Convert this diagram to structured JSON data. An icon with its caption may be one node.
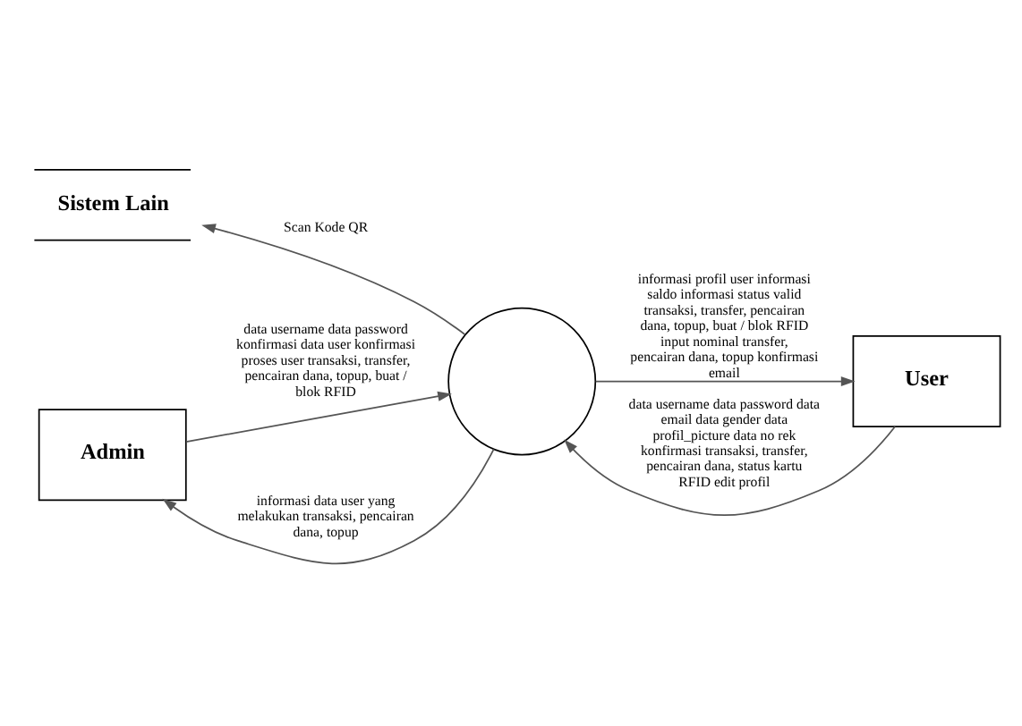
{
  "diagram": {
    "nodes": [
      {
        "text": [
          "Sistem Lain"
        ]
      },
      {
        "text": [
          "User"
        ]
      },
      {
        "text": [],
        "shape": "circle"
      },
      {
        "text": [
          "Admin"
        ]
      }
    ],
    "edges": [
      {
        "from": 2,
        "to": 0,
        "arrow": "to",
        "label": "Scan Kode QR"
      },
      {
        "from": 1,
        "to": 2,
        "arrow": "to",
        "label": "data username data password data email data gender data profil_picture data no rek konfirmasi transaksi, transfer, pencairan dana, status kartu RFID edit profil"
      },
      {
        "from": 2,
        "to": 1,
        "arrow": "to",
        "label": "informasi profil user informasi saldo informasi status valid transaksi, transfer, pencairan dana, topup, buat / blok RFID input nominal transfer, pencairan dana, topup konfirmasi email"
      },
      {
        "from": 2,
        "to": 3,
        "arrow": "to",
        "label": "informasi data user yang melakukan transaksi, pencairan dana, topup"
      },
      {
        "from": 3,
        "to": 2,
        "arrow": "to",
        "label": "data username data password konfirmasi data user konfirmasi proses user transaksi, transfer, pencairan dana, topup, buat / blok RFID"
      }
    ]
  }
}
